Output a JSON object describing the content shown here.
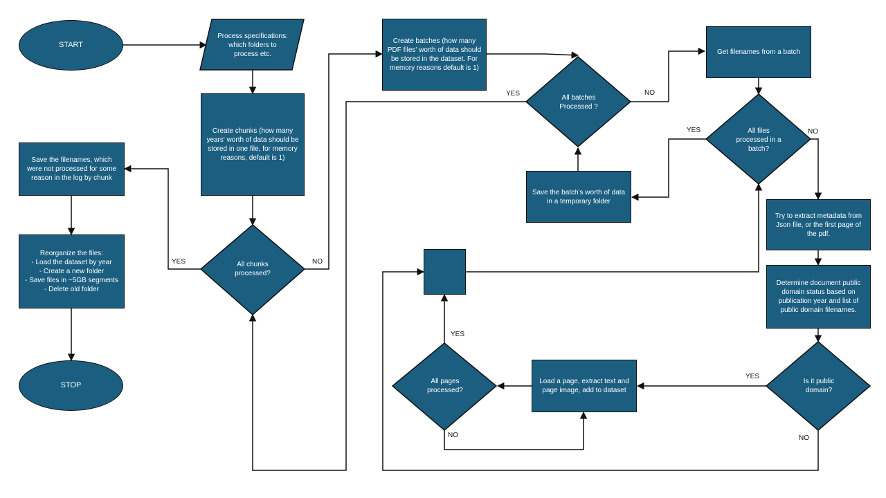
{
  "colors": {
    "fill": "#1b5e80",
    "stroke": "#111111",
    "text": "#ffffff",
    "line": "#111111"
  },
  "nodes": {
    "start": "START",
    "process_specs": "Process specifications: which folders to process etc.",
    "create_chunks": "Create chunks (how many years' worth of data should be stored in one file, for memory reasons, default is 1)",
    "all_chunks": "All chunks processed?",
    "save_filenames": "Save the filenames, which were not processed for some reason in the log by chunk",
    "reorganize": {
      "title": "Reorganize the files:",
      "items": [
        "Load the dataset by year",
        "Create a new folder",
        "Save files in ~5GB segments",
        "Delete old folder"
      ]
    },
    "stop": "STOP",
    "create_batches": "Create batches (how many PDF files' worth of data should be stored in the dataset. For memory reasons default is 1)",
    "all_batches": "All batches Processed ?",
    "get_filenames": "Get filenames from a batch",
    "all_files": "All files processed in a batch?",
    "save_batch": "Save the batch's worth of data in a temporary folder",
    "extract_metadata": "Try to extract metadata from Json file, or the first page of the pdf.",
    "determine_status": "Determine document public domain status based on publication year and list of public domain filenames.",
    "is_public": "Is it public domain?",
    "load_page": "Load a page, extract text and page image, add to dataset",
    "all_pages": "All pages processed?",
    "junction": ""
  },
  "edge_labels": {
    "chunks_yes": "YES",
    "chunks_no": "NO",
    "batches_yes": "YES",
    "batches_no": "NO",
    "files_yes": "YES",
    "files_no": "NO",
    "public_yes": "YES",
    "public_no": "NO",
    "pages_yes": "YES",
    "pages_no": "NO"
  }
}
